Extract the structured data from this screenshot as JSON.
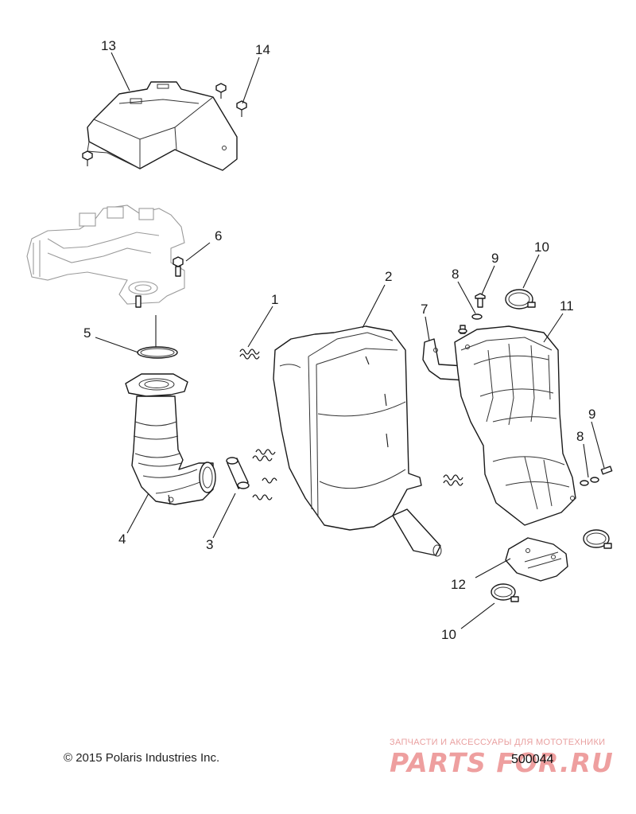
{
  "diagram": {
    "callouts": [
      {
        "id": "13",
        "label": "13"
      },
      {
        "id": "14",
        "label": "14"
      },
      {
        "id": "6",
        "label": "6"
      },
      {
        "id": "5",
        "label": "5"
      },
      {
        "id": "4",
        "label": "4"
      },
      {
        "id": "3",
        "label": "3"
      },
      {
        "id": "1",
        "label": "1"
      },
      {
        "id": "2",
        "label": "2"
      },
      {
        "id": "7",
        "label": "7"
      },
      {
        "id": "8a",
        "label": "8"
      },
      {
        "id": "9a",
        "label": "9"
      },
      {
        "id": "10a",
        "label": "10"
      },
      {
        "id": "11",
        "label": "11"
      },
      {
        "id": "9b",
        "label": "9"
      },
      {
        "id": "8b",
        "label": "8"
      },
      {
        "id": "12",
        "label": "12"
      },
      {
        "id": "10b",
        "label": "10"
      }
    ]
  },
  "footer": {
    "copyright": "© 2015 Polaris Industries Inc.",
    "figure_number": "500044"
  },
  "watermark": {
    "tagline": "ЗАПЧАСТИ И АКСЕССУАРЫ ДЛЯ МОТОТЕХНИКИ",
    "logo_text": "PARTS FOR.RU",
    "color": "#e05050"
  }
}
